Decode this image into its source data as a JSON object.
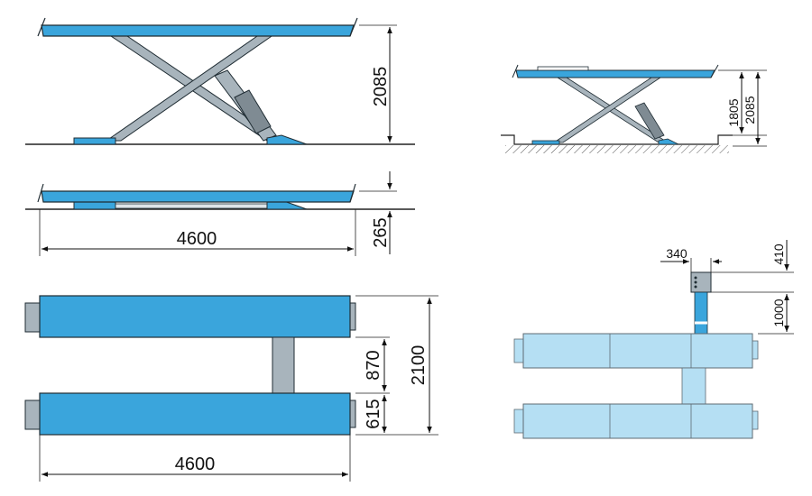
{
  "colors": {
    "blue": "#3aa5dc",
    "blue_dark": "#1a6fa6",
    "gray": "#a8b4bc",
    "gray_dark": "#5f6b73",
    "light_blue": "#b5dff3",
    "outline": "#1f2c33"
  },
  "dimensions": {
    "side_height": "2085",
    "lowered_height": "265",
    "side_length": "4600",
    "pit_height_inner": "1805",
    "pit_height_outer": "2085",
    "console_width": "340",
    "console_height": "410",
    "console_distance": "1000",
    "runway_gap": "870",
    "runway_width": "615",
    "total_width": "2100",
    "top_length": "4600"
  }
}
